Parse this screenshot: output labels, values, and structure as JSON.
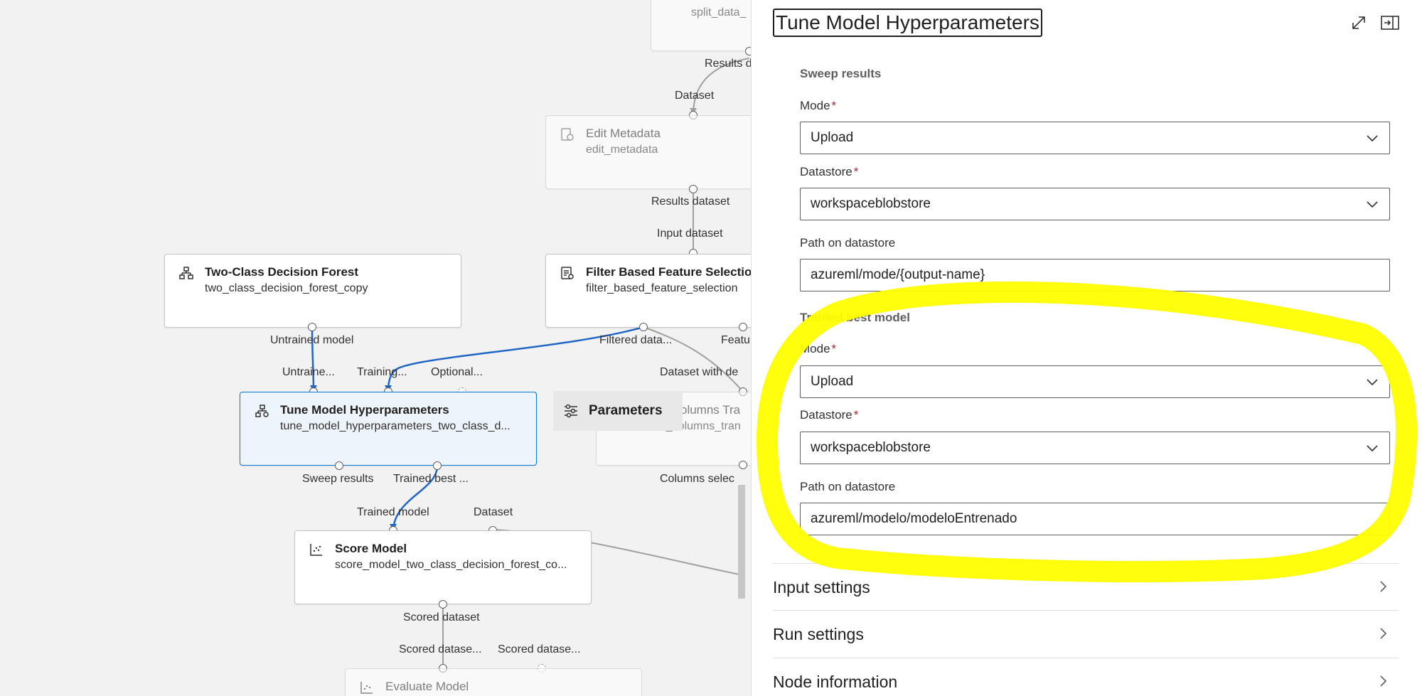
{
  "canvas": {
    "nodes": {
      "split_data": {
        "subtitle": "split_data_"
      },
      "edit_metadata": {
        "title": "Edit Metadata",
        "subtitle": "edit_metadata"
      },
      "two_class": {
        "title": "Two-Class Decision Forest",
        "subtitle": "two_class_decision_forest_copy"
      },
      "filter_based": {
        "title": "Filter Based Feature Selectio",
        "subtitle": "filter_based_feature_selection"
      },
      "tune_model": {
        "title": "Tune Model Hyperparameters",
        "subtitle": "tune_model_hyperparameters_two_class_d..."
      },
      "select_columns": {
        "title": "olumns Tra",
        "subtitle": "select_columns_tran"
      },
      "score_model": {
        "title": "Score Model",
        "subtitle": "score_model_two_class_decision_forest_co..."
      },
      "evaluate_model": {
        "title": "Evaluate Model"
      }
    },
    "port_labels": {
      "results": "Results d",
      "dataset": "Dataset",
      "results_dataset": "Results dataset",
      "input_dataset": "Input dataset",
      "untrained_model": "Untrained model",
      "filtered_data": "Filtered data...",
      "features": "Featu",
      "untrained_in": "Untraine...",
      "training_in": "Training...",
      "optional_in": "Optional...",
      "dataset_with": "Dataset with de",
      "sweep_results": "Sweep results",
      "trained_best": "Trained best ...",
      "columns_select": "Columns selec",
      "trained_model": "Trained model",
      "dataset2": "Dataset",
      "scored_dataset": "Scored dataset",
      "scored_dataset_in1": "Scored datase...",
      "scored_dataset_in2": "Scored datase..."
    },
    "parameters_button": "Parameters"
  },
  "panel": {
    "title": "Tune Model Hyperparameters",
    "sweep": {
      "heading": "Sweep results",
      "mode_label": "Mode",
      "mode_value": "Upload",
      "datastore_label": "Datastore",
      "datastore_value": "workspaceblobstore",
      "path_label": "Path on datastore",
      "path_value": "azureml/mode/{output-name}"
    },
    "trained": {
      "heading": "Trained best model",
      "mode_label": "Mode",
      "mode_value": "Upload",
      "datastore_label": "Datastore",
      "datastore_value": "workspaceblobstore",
      "path_label": "Path on datastore",
      "path_value": "azureml/modelo/modeloEntrenado"
    },
    "required_mark": "*",
    "sections": [
      "Input settings",
      "Run settings",
      "Node information"
    ]
  },
  "colors": {
    "accent": "#0078d4",
    "highlight": "#ffff00"
  }
}
